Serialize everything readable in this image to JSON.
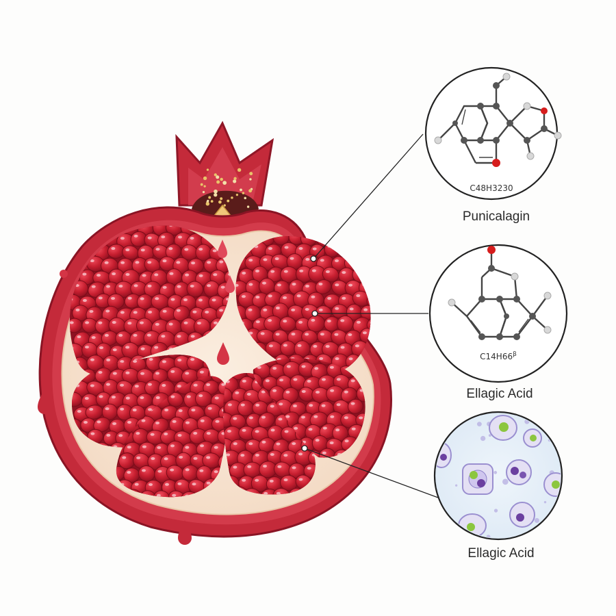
{
  "callouts": [
    {
      "formula": "C48H3230",
      "formula_sup": "",
      "name": "Punicalagin"
    },
    {
      "formula": "C14H6",
      "formula_tail": "6",
      "formula_sup": "β",
      "name": "Ellagic Acid"
    },
    {
      "name": "Ellagic Acid"
    }
  ],
  "colors": {
    "rind": "#c42a3a",
    "rind_dark": "#9e1b2b",
    "pith": "#f6e4cf",
    "aril": "#c4202f",
    "aril_highlight": "#f7c9cf",
    "atom_carbon": "#555555",
    "atom_oxygen": "#d61d1d",
    "atom_hydrogen": "#d8d8d8",
    "cell_membrane": "#9a8fd0",
    "cell_nucleus": "#6b3fa0",
    "cell_green": "#8cc63f"
  }
}
